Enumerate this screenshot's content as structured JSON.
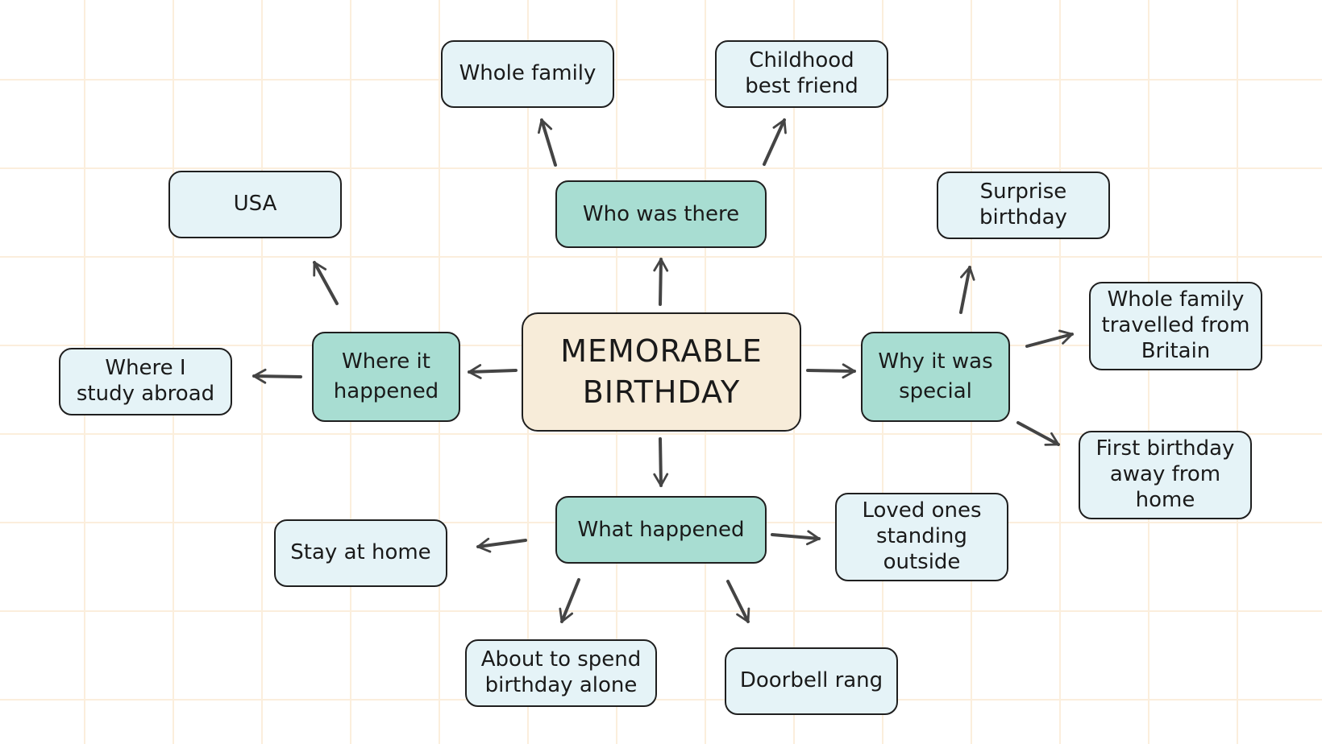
{
  "diagram": {
    "center": {
      "label": "MEMORABLE\nBIRTHDAY"
    },
    "branches": {
      "who": {
        "label": "Who was there"
      },
      "where": {
        "label": "Where it\nhappened"
      },
      "why": {
        "label": "Why it was\nspecial"
      },
      "what": {
        "label": "What happened"
      }
    },
    "leaves": {
      "whole_family": "Whole family",
      "childhood_friend": "Childhood\nbest friend",
      "usa": "USA",
      "study_abroad": "Where I\nstudy abroad",
      "surprise": "Surprise\nbirthday",
      "travelled": "Whole family\ntravelled from\nBritain",
      "first_away": "First birthday\naway from\nhome",
      "stay_home": "Stay at home",
      "loved_ones": "Loved ones\nstanding\noutside",
      "alone": "About to spend\nbirthday alone",
      "doorbell": "Doorbell rang"
    },
    "colors": {
      "center_fill": "#f7ecd9",
      "branch_fill": "#a8ddd2",
      "leaf_fill": "#e5f3f7",
      "outline": "#1f1f1f",
      "arrow": "#444444",
      "grid": "#fbeedc"
    }
  }
}
